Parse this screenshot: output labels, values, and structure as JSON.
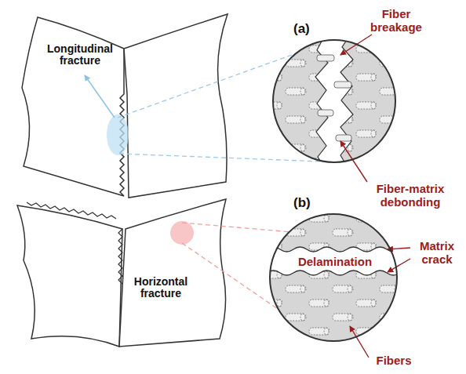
{
  "diagram": {
    "nodes": [
      {
        "text": [
          "(a)"
        ]
      },
      {
        "text": [
          "(b)",
          "Delamination"
        ]
      }
    ],
    "labels": [
      "Longitudinal fracture",
      "Horizontal fracture",
      "Fiber breakage",
      "Fiber-matrix debonding",
      "Matrix crack",
      "Fibers"
    ]
  }
}
